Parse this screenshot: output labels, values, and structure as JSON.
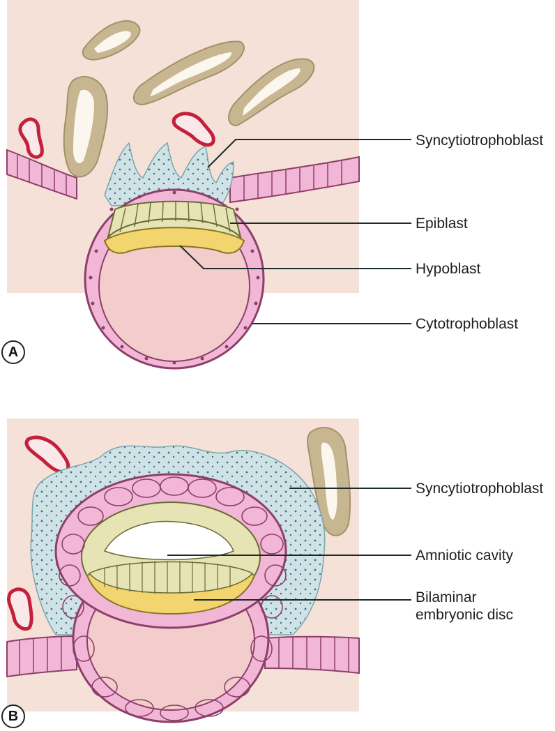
{
  "panels": [
    {
      "letter": "A",
      "labels": [
        "Syncytiotrophoblast",
        "Epiblast",
        "Hypoblast",
        "Cytotrophoblast"
      ]
    },
    {
      "letter": "B",
      "labels": [
        "Syncytiotrophoblast",
        "Amniotic cavity",
        "Bilaminar",
        "embryonic disc"
      ]
    }
  ],
  "colors": {
    "endometrium": "#f5e1d7",
    "trophoblast_cell": "#f2b6d6",
    "cell_outline": "#8c3f6a",
    "cavity": "#f3cdcb",
    "epiblast": "#e6e3b4",
    "hypoblast": "#f2d56e",
    "syncytio": "#cfe2e6",
    "gland": "#c8b691",
    "vessel": "#c3203a",
    "line": "#1b2a2a"
  }
}
